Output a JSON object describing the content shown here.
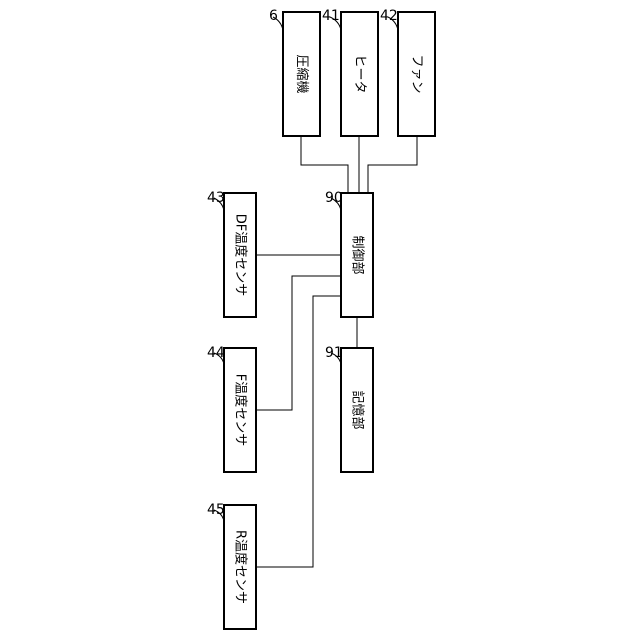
{
  "blocks": {
    "compressor": {
      "ref": "6",
      "label": "圧縮機"
    },
    "heater": {
      "ref": "41",
      "label": "ヒータ"
    },
    "fan": {
      "ref": "42",
      "label": "ファン"
    },
    "controller": {
      "ref": "90",
      "label": "制御部"
    },
    "storage": {
      "ref": "91",
      "label": "記憶部"
    },
    "df_sensor": {
      "ref": "43",
      "label": "DF温度センサ"
    },
    "f_sensor": {
      "ref": "44",
      "label": "F温度センサ"
    },
    "r_sensor": {
      "ref": "45",
      "label": "R温度センサ"
    }
  }
}
